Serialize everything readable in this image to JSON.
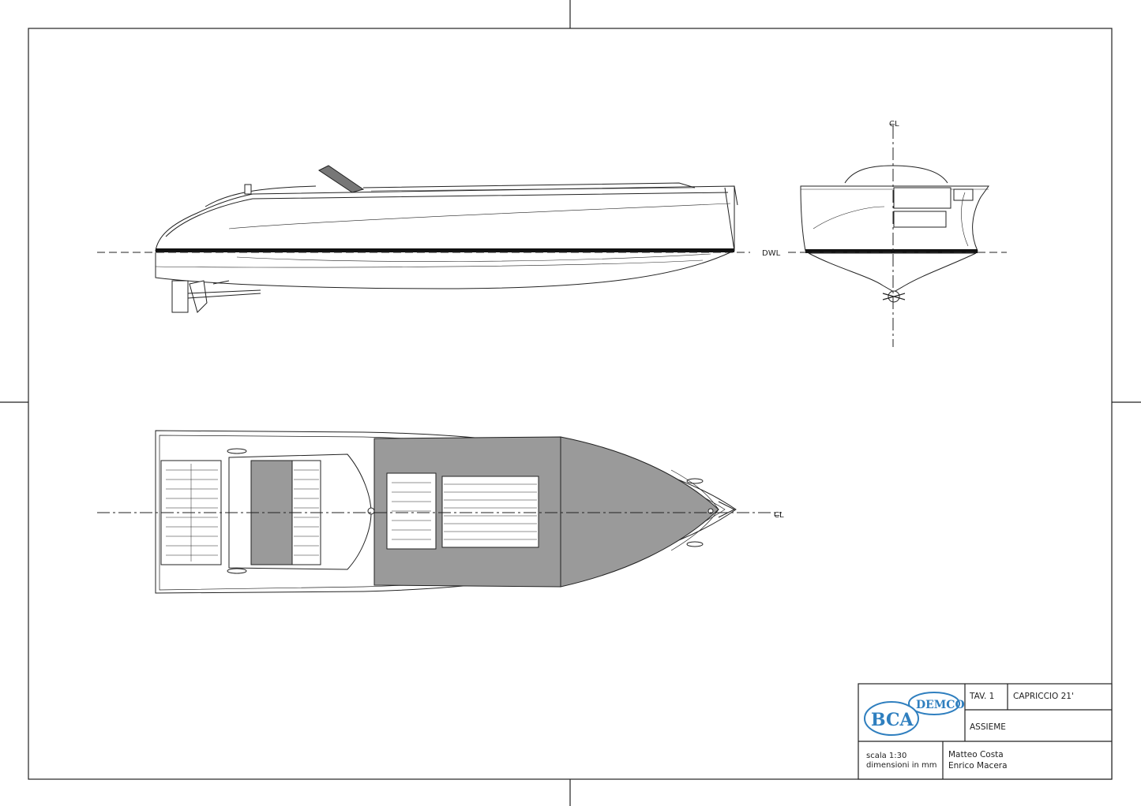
{
  "labels": {
    "dwl": "DWL",
    "centerline_top": "C̶L",
    "centerline_plan": "C̶L"
  },
  "title_block": {
    "logo_primary": "BCA",
    "logo_secondary": "DEMCO",
    "sheet_number": "TAV. 1",
    "project_name": "CAPRICCIO 21'",
    "drawing_title": "ASSIEME",
    "scale": "scala 1:30",
    "units": "dimensioni in mm",
    "author_1": "Matteo Costa",
    "author_2": "Enrico Macera"
  },
  "colors": {
    "line": "#222222",
    "deck_fill": "#9a9a9a",
    "logo_blue": "#2f7fbf",
    "paper": "#ffffff"
  }
}
